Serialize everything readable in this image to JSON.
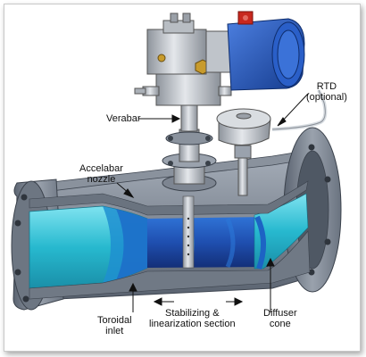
{
  "labels": {
    "rtd_line1": "RTD",
    "rtd_line2": "(optional)",
    "verabar": "Verabar",
    "accelabar_line1": "Accelabar",
    "accelabar_line2": "nozzle",
    "stabilizing_line1": "Stabilizing &",
    "stabilizing_line2": "linearization section",
    "toroidal_line1": "Toroidal",
    "toroidal_line2": "inlet",
    "diffuser_line1": "Diffuser",
    "diffuser_line2": "cone"
  },
  "colors": {
    "pipe_steel": "#7c8694",
    "pipe_dark": "#555e6b",
    "flow_cyan": "#27b9cf",
    "flow_blue": "#1f63c9",
    "flow_navy": "#173a8a",
    "transmitter_blue": "#1d4fb3",
    "transmitter_red": "#c8281e",
    "housing_silver": "#c7cbd1"
  }
}
